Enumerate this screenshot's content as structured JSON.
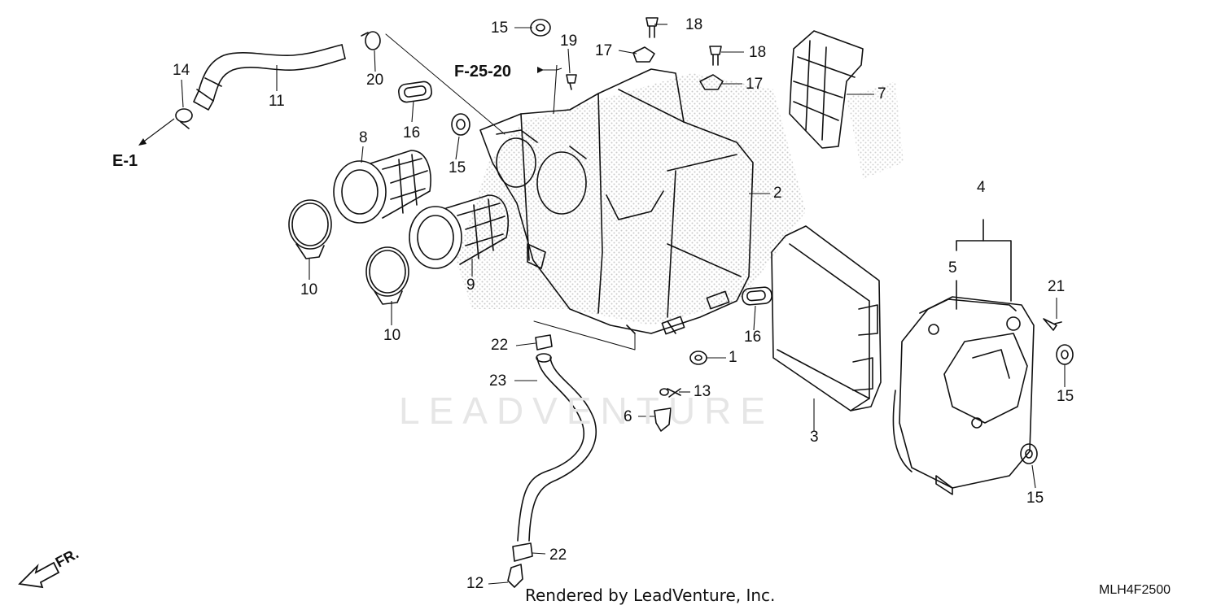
{
  "watermark": "LEADVENTURE",
  "credit": "Rendered by LeadVenture, Inc.",
  "diagram_code": "MLH4F2500",
  "front_marker": "FR.",
  "references": {
    "e1": "E-1",
    "f2520": "F-25-20"
  },
  "callouts": {
    "c1": "1",
    "c2": "2",
    "c3": "3",
    "c4": "4",
    "c5": "5",
    "c6": "6",
    "c7": "7",
    "c8": "8",
    "c9": "9",
    "c10a": "10",
    "c10b": "10",
    "c11": "11",
    "c12": "12",
    "c13": "13",
    "c14": "14",
    "c15a": "15",
    "c15b": "15",
    "c15c": "15",
    "c15d": "15",
    "c16a": "16",
    "c16b": "16",
    "c17a": "17",
    "c17b": "17",
    "c18a": "18",
    "c18b": "18",
    "c19": "19",
    "c20": "20",
    "c21": "21",
    "c22a": "22",
    "c22b": "22",
    "c23": "23"
  },
  "colors": {
    "ink": "#111111",
    "stipple": "#c8c8c8",
    "watermark": "#e6e6e6"
  }
}
